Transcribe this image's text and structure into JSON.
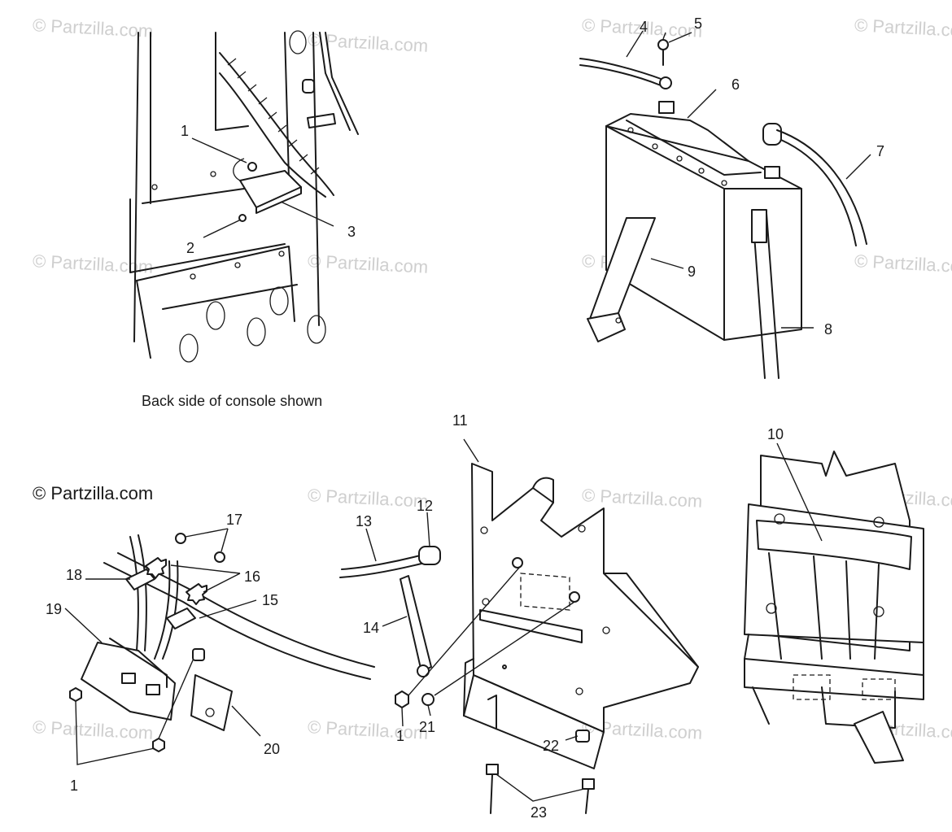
{
  "caption": "Back side of console shown",
  "copyright": "© Partzilla.com",
  "watermark": "© Partzilla.com",
  "callouts": {
    "c1": "1",
    "c2": "2",
    "c3": "3",
    "c4": "4",
    "c5": "5",
    "c6": "6",
    "c7": "7",
    "c8": "8",
    "c9": "9",
    "c10": "10",
    "c11": "11",
    "c12": "12",
    "c13": "13",
    "c14": "14",
    "c15": "15",
    "c16": "16",
    "c17": "17",
    "c18": "18",
    "c19": "19",
    "c20": "20",
    "c21": "21",
    "c22": "22",
    "c23": "23",
    "c1b": "1",
    "c1c": "1"
  },
  "colors": {
    "ink": "#1a1a1a",
    "watermark": "#cfcfcf",
    "background": "#ffffff"
  }
}
